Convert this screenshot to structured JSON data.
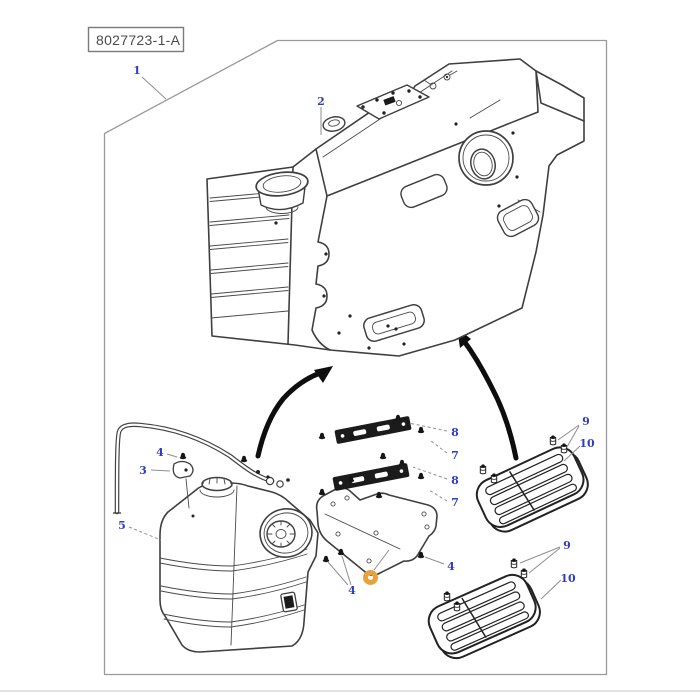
{
  "part_number": "8027723-1-A",
  "highlight": {
    "color": "#E8A23C",
    "style": "ring-marker"
  },
  "colors": {
    "callout_text": "#2E3EC0",
    "line_art": "#3F3F3F",
    "frame": "#9A9A9A"
  },
  "callouts": [
    {
      "label": "1"
    },
    {
      "label": "2"
    },
    {
      "label": "3"
    },
    {
      "label": "4"
    },
    {
      "label": "5"
    },
    {
      "label": "8"
    },
    {
      "label": "7"
    },
    {
      "label": "8"
    },
    {
      "label": "7"
    },
    {
      "label": "9"
    },
    {
      "label": "10"
    },
    {
      "label": "4"
    },
    {
      "label": "4"
    },
    {
      "label": "9"
    },
    {
      "label": "10"
    }
  ]
}
